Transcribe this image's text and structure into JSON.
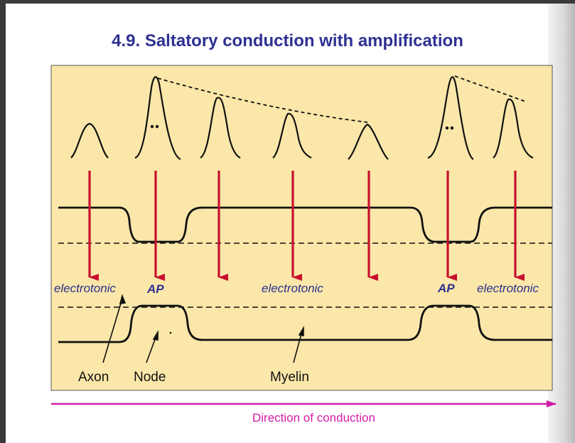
{
  "title": "4.9. Saltatory conduction with amplification",
  "labels": {
    "electrotonic_1": "electrotonic",
    "ap_1": "AP",
    "electrotonic_2": "electrotonic",
    "ap_2": "AP",
    "electrotonic_3": "electrotonic",
    "axon": "Axon",
    "node": "Node",
    "myelin": "Myelin",
    "direction": "Direction of conduction"
  },
  "colors": {
    "panel": "#fae7a9",
    "arrow": "#c8102e",
    "title": "#2e3192",
    "direction": "#d21ca8"
  }
}
